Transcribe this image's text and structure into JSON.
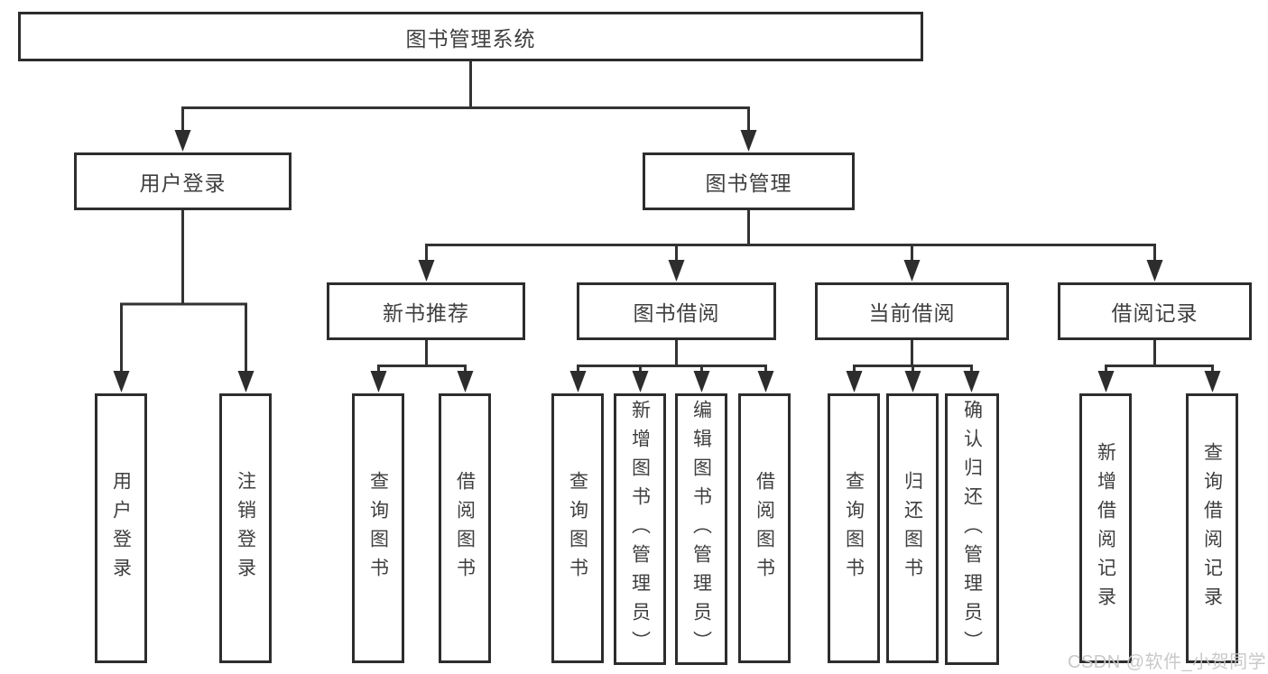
{
  "diagram": {
    "nodes": {
      "root": "图书管理系统",
      "level2": [
        "用户登录",
        "图书管理"
      ],
      "level3": [
        "新书推荐",
        "图书借阅",
        "当前借阅",
        "借阅记录"
      ],
      "leaves_user_login": [
        "用户登录",
        "注销登录"
      ],
      "leaves_new_book": [
        "查询图书",
        "借阅图书"
      ],
      "leaves_book_borrow": [
        "查询图书",
        "新增图书（管理员）",
        "编辑图书（管理员）",
        "借阅图书"
      ],
      "leaves_current_borrow": [
        "查询图书",
        "归还图书",
        "确认归还（管理员）"
      ],
      "leaves_borrow_record": [
        "新增借阅记录",
        "查询借阅记录"
      ]
    }
  },
  "watermark": {
    "text": "CSDN @软件_小贺同学"
  },
  "colors": {
    "line": "#333333",
    "arrow": "#2d2d2d",
    "border": "#2d2d2d",
    "text": "#3f3f3f",
    "watermark": "#c6c6c6",
    "background": "#ffffff"
  }
}
